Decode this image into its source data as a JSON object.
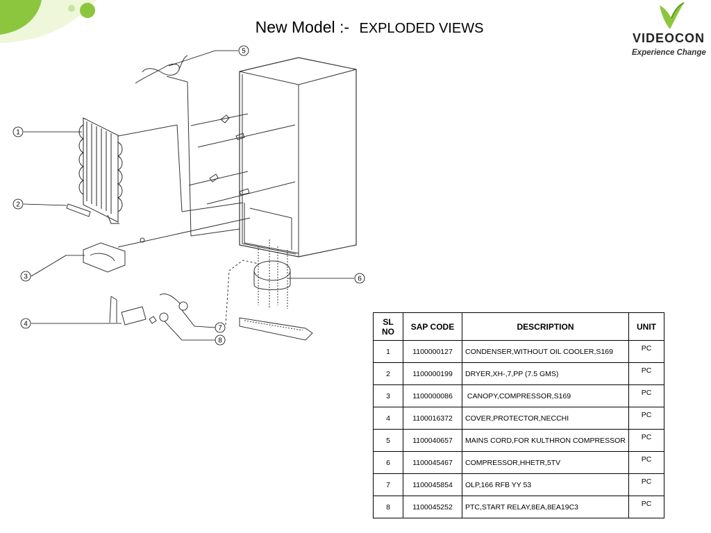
{
  "header": {
    "title_prefix": "New Model :-",
    "title_main": "EXPLODED VIEWS"
  },
  "logo": {
    "brand": "VIDEOCON",
    "tagline": "Experience Change",
    "colors": {
      "mark": "#8cc63f",
      "text": "#222222"
    }
  },
  "callouts": [
    "1",
    "2",
    "3",
    "4",
    "5",
    "6",
    "7",
    "8"
  ],
  "table": {
    "headers": {
      "sl_no": "SL NO",
      "sap_code": "SAP CODE",
      "description": "DESCRIPTION",
      "unit": "UNIT"
    },
    "rows": [
      {
        "sl": "1",
        "code": "1100000127",
        "desc": "CONDENSER,WITHOUT OIL COOLER,S169",
        "unit": "PC"
      },
      {
        "sl": "2",
        "code": "1100000199",
        "desc": "DRYER,XH-,7,PP (7.5 GMS)",
        "unit": "PC"
      },
      {
        "sl": "3",
        "code": "1100000086",
        "desc": " CANOPY,COMPRESSOR,S169",
        "unit": "PC"
      },
      {
        "sl": "4",
        "code": "1100016372",
        "desc": "COVER,PROTECTOR,NECCHI",
        "unit": "PC"
      },
      {
        "sl": "5",
        "code": "1100040657",
        "desc": "MAINS CORD,FOR KULTHRON COMPRESSOR",
        "unit": "PC"
      },
      {
        "sl": "6",
        "code": "1100045467",
        "desc": "COMPRESSOR,HHETR,5TV",
        "unit": "PC"
      },
      {
        "sl": "7",
        "code": "1100045854",
        "desc": "OLP,166 RFB YY 53",
        "unit": "PC"
      },
      {
        "sl": "8",
        "code": "1100045252",
        "desc": "PTC,START RELAY,8EA,8EA19C3",
        "unit": "PC"
      }
    ]
  }
}
